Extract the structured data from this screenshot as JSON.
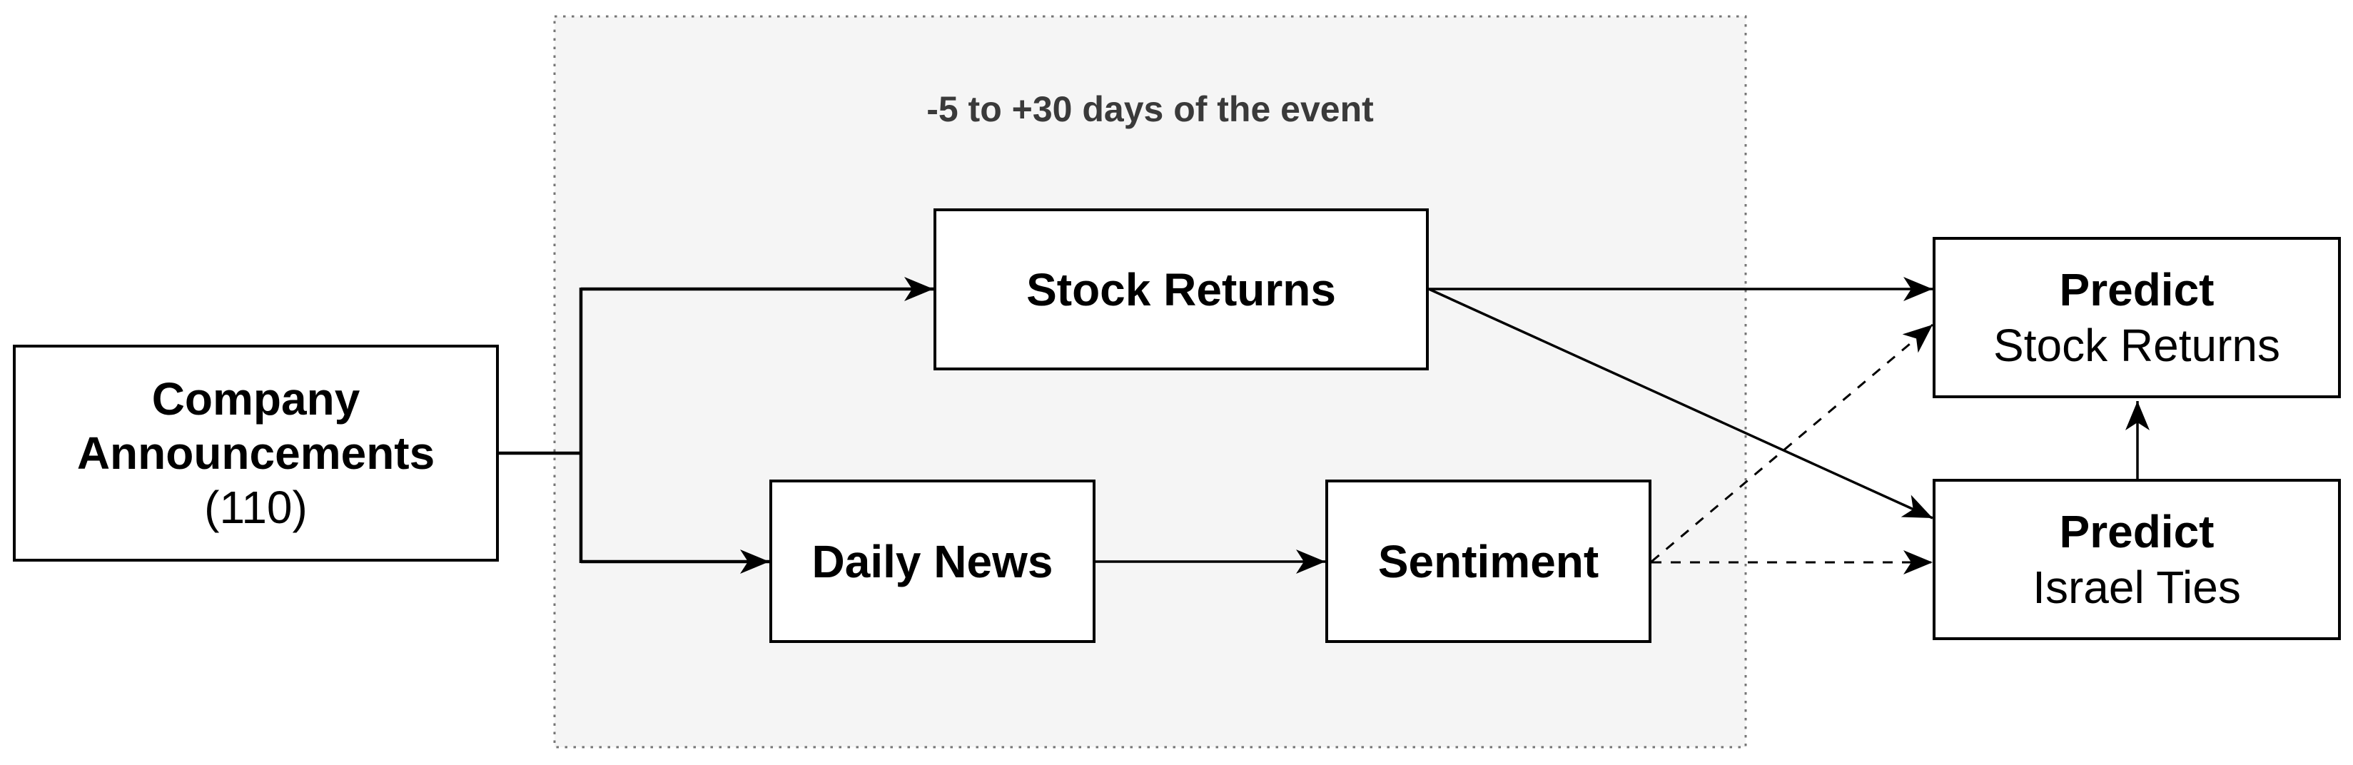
{
  "region": {
    "label": "-5 to +30 days of the event"
  },
  "nodes": {
    "company": {
      "line1": "Company",
      "line2": "Announcements",
      "line3": "(110)"
    },
    "stock_returns": {
      "label": "Stock Returns"
    },
    "daily_news": {
      "label": "Daily News"
    },
    "sentiment": {
      "label": "Sentiment"
    },
    "predict_stock_returns": {
      "title": "Predict",
      "subtitle": "Stock Returns"
    },
    "predict_israel_ties": {
      "title": "Predict",
      "subtitle": "Israel Ties"
    }
  },
  "edges": [
    {
      "from": "company_announcements",
      "to": "stock_returns",
      "style": "solid"
    },
    {
      "from": "company_announcements",
      "to": "daily_news",
      "style": "solid"
    },
    {
      "from": "daily_news",
      "to": "sentiment",
      "style": "solid"
    },
    {
      "from": "stock_returns",
      "to": "predict_stock_returns",
      "style": "solid"
    },
    {
      "from": "stock_returns",
      "to": "predict_israel_ties",
      "style": "solid"
    },
    {
      "from": "sentiment",
      "to": "predict_stock_returns",
      "style": "dashed"
    },
    {
      "from": "sentiment",
      "to": "predict_israel_ties",
      "style": "dashed"
    },
    {
      "from": "predict_israel_ties",
      "to": "predict_stock_returns",
      "style": "solid"
    }
  ],
  "colors": {
    "background": "#ffffff",
    "region_fill": "#f5f5f5",
    "region_border": "#757575",
    "line": "#000000",
    "region_label_text": "#3a3a3a",
    "node_fill": "#ffffff",
    "node_text": "#000000"
  }
}
